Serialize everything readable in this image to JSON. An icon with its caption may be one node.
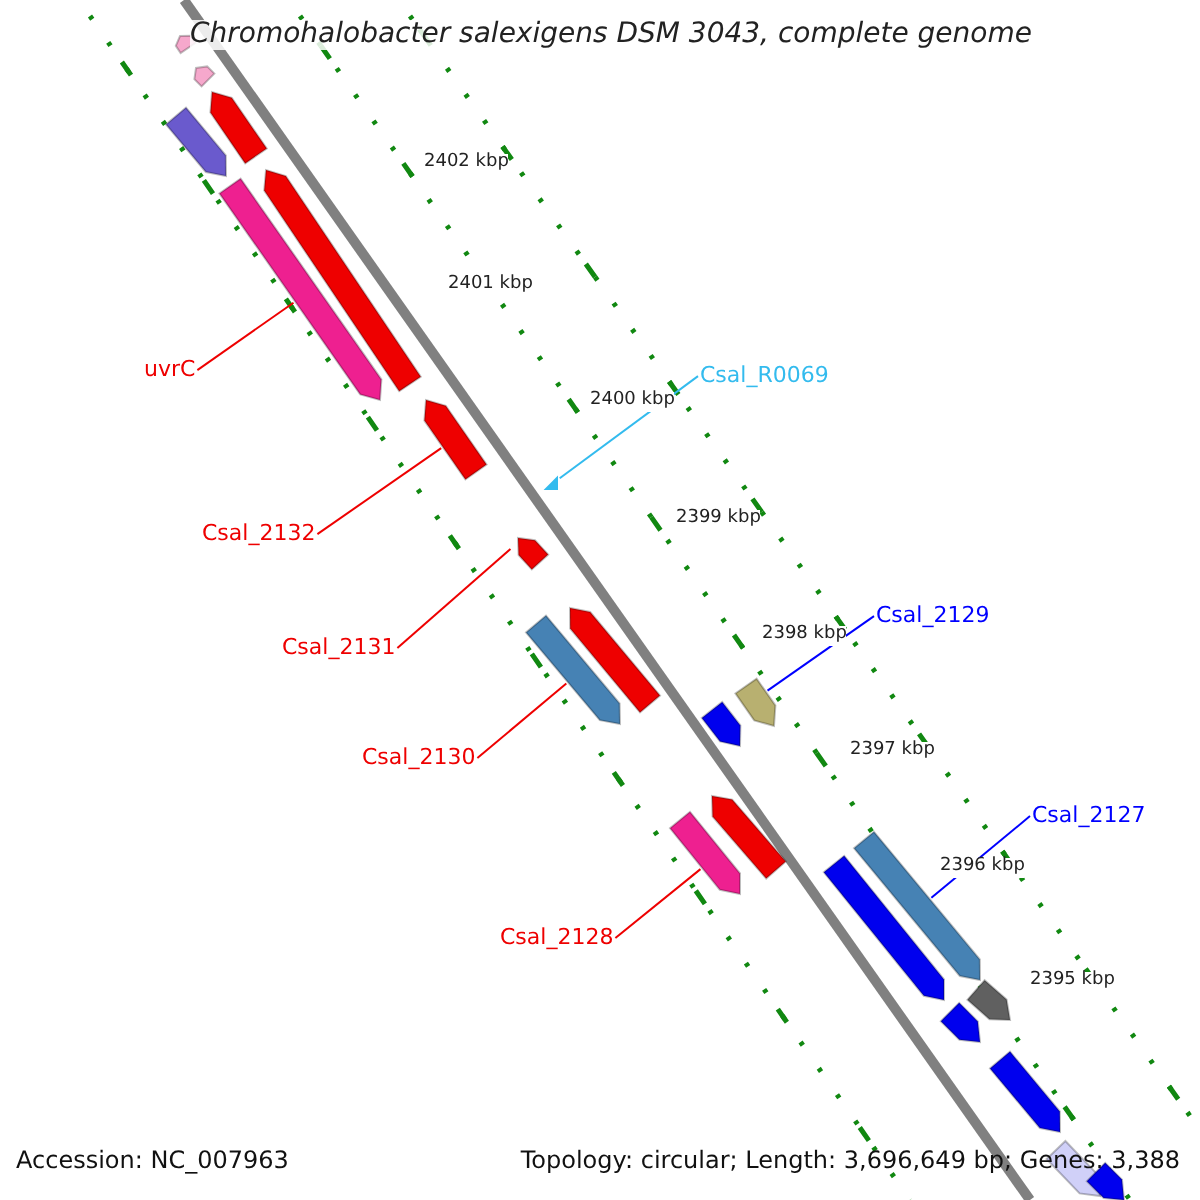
{
  "diagram": {
    "title": "Chromohalobacter salexigens DSM 3043, complete genome",
    "nodes": [
      {
        "text": [
          "uvrC"
        ]
      },
      {
        "text": [
          "Csal_2132"
        ]
      },
      {
        "text": [
          "Csal_2131"
        ]
      },
      {
        "text": [
          "Csal_2130"
        ]
      },
      {
        "text": [
          "Csal_2128"
        ]
      },
      {
        "text": [
          "Csal_R0069"
        ]
      },
      {
        "text": [
          "Csal_2129"
        ]
      },
      {
        "text": [
          "Csal_2127"
        ]
      },
      {
        "text": [],
        "shape": "bar"
      },
      {
        "text": [],
        "shape": "bar"
      },
      {
        "text": [],
        "shape": "bar"
      },
      {
        "text": [],
        "shape": "bar"
      },
      {
        "text": [],
        "shape": "bar"
      },
      {
        "text": [],
        "shape": "bar"
      },
      {
        "text": [],
        "shape": "bar"
      },
      {
        "text": [],
        "shape": "triangle"
      },
      {
        "text": [],
        "shape": "bar"
      },
      {
        "text": [],
        "shape": "bar"
      },
      {
        "text": [],
        "shape": "bar"
      },
      {
        "text": [],
        "shape": "bar"
      },
      {
        "text": [],
        "shape": "bar"
      },
      {
        "text": [],
        "shape": "bar"
      },
      {
        "text": [],
        "shape": "bar"
      },
      {
        "text": [],
        "shape": "bar"
      },
      {
        "text": [],
        "shape": "bar"
      },
      {
        "text": [],
        "shape": "bar"
      },
      {
        "text": [],
        "shape": "bar"
      },
      {
        "text": [],
        "shape": "bar"
      },
      {
        "text": [],
        "shape": "bar"
      },
      {
        "text": [],
        "shape": "bar"
      }
    ],
    "edges": [
      {
        "from": 0,
        "to": 13,
        "arrow": "none"
      },
      {
        "from": 1,
        "to": 14,
        "arrow": "none"
      },
      {
        "from": 2,
        "to": 16,
        "arrow": "none"
      },
      {
        "from": 3,
        "to": 18,
        "arrow": "none"
      },
      {
        "from": 4,
        "to": 22,
        "arrow": "none"
      },
      {
        "from": 5,
        "to": 15,
        "arrow": "none",
        "color": "#33bbee"
      },
      {
        "from": 6,
        "to": 19,
        "arrow": "none",
        "color": "#0000ff"
      },
      {
        "from": 7,
        "to": 23,
        "arrow": "none",
        "color": "#0000ff"
      }
    ],
    "labels": [
      "2402 kbp",
      "2401 kbp",
      "2400 kbp",
      "2399 kbp",
      "2398 kbp",
      "2397 kbp",
      "2396 kbp",
      "2395 kbp",
      "Accession: NC_007963",
      "Topology: circular; Length: 3,696,649 bp; Genes: 3,388"
    ]
  }
}
